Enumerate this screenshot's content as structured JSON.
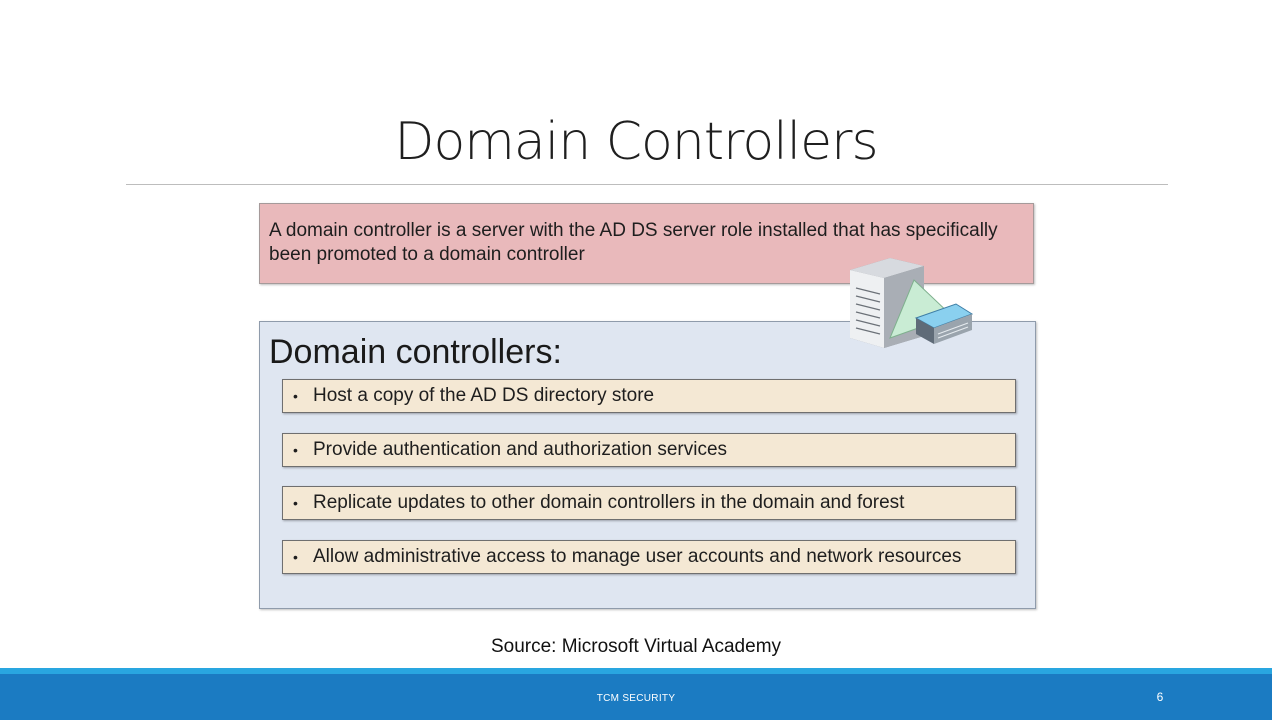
{
  "slide": {
    "title": "Domain Controllers",
    "definition": "A domain controller is a server with the AD DS server role installed that has specifically been promoted to a domain controller",
    "list_heading": "Domain controllers:",
    "items": [
      "Host a copy of the AD DS directory store",
      "Provide authentication and authorization services",
      "Replicate updates to other domain controllers in the domain and forest",
      "Allow administrative access to manage user accounts and network resources"
    ],
    "source": "Source: Microsoft Virtual Academy",
    "illustration_icon": "server-directory-icon",
    "page_number": "6"
  },
  "footer": {
    "text": "TCM SECURITY"
  },
  "colors": {
    "definition_bg": "#e9b9bb",
    "panel_bg": "#dfe6f1",
    "item_bg": "#f4e8d4",
    "footer_bg": "#1b7bc2",
    "footer_accent": "#29a6e0"
  }
}
